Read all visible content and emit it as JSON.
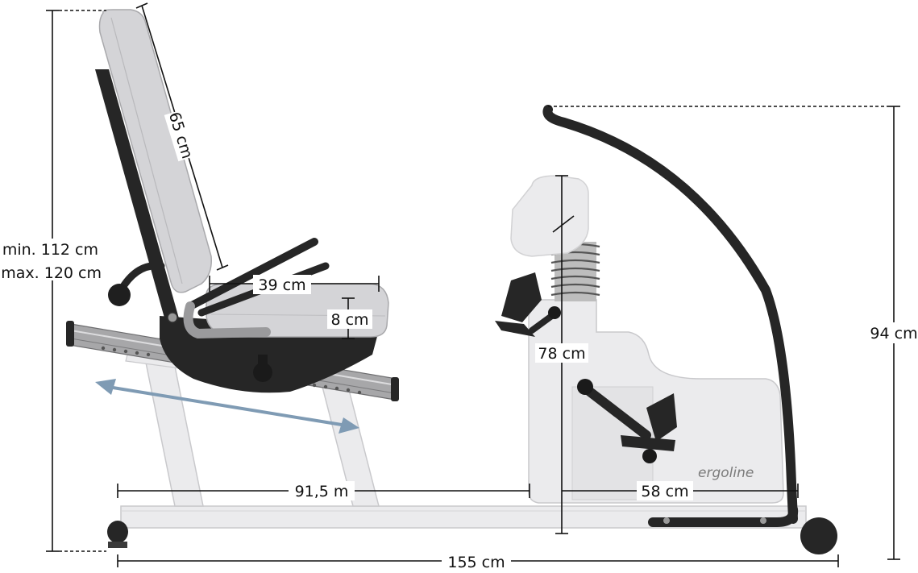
{
  "brand": "ergoline",
  "colors": {
    "frame": "#ebebed",
    "frame_edge": "#c9c9cc",
    "seat": "#d4d4d7",
    "dark": "#262626",
    "rail": "#9c9c9c",
    "arrow": "#7f9bb4",
    "text": "#111111"
  },
  "dimensions": {
    "overall_height": {
      "min": "min. 112 cm",
      "max": "max. 120 cm"
    },
    "backrest_length": "65 cm",
    "seat_depth": "39 cm",
    "seat_thickness": "8 cm",
    "console_height": "78 cm",
    "handlebar_height": "94 cm",
    "seat_to_pedal": "91,5 m",
    "pedal_to_rear": "58 cm",
    "total_length": "155 cm"
  },
  "icons": {
    "seat_adjust": "double-arrow-icon"
  }
}
